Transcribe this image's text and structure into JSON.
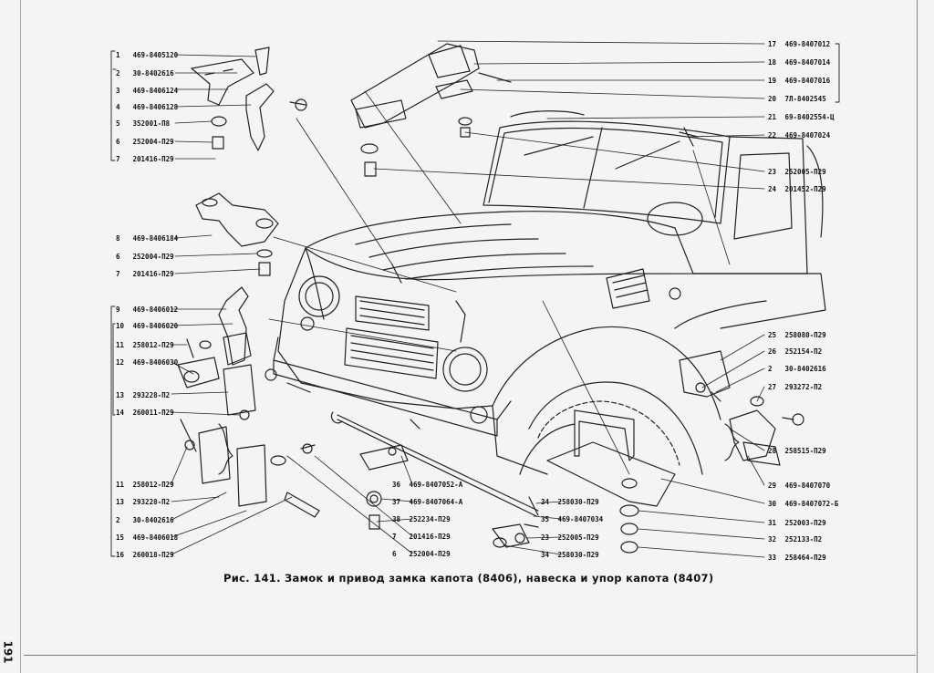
{
  "figure": {
    "caption": "Рис. 141. Замок и привод замка капота (8406), навеска и упор капота (8407)",
    "page_number": "191"
  },
  "callouts_left": [
    {
      "n": "1",
      "code": "469-8405120"
    },
    {
      "n": "2",
      "code": "30-8402616"
    },
    {
      "n": "3",
      "code": "469-8406124"
    },
    {
      "n": "4",
      "code": "469-8406128"
    },
    {
      "n": "5",
      "code": "352001-П8"
    },
    {
      "n": "6",
      "code": "252004-П29"
    },
    {
      "n": "7",
      "code": "201416-П29"
    },
    {
      "n": "8",
      "code": "469-8406184"
    },
    {
      "n": "6",
      "code": "252004-П29"
    },
    {
      "n": "7",
      "code": "201416-П29"
    },
    {
      "n": "9",
      "code": "469-8406012"
    },
    {
      "n": "10",
      "code": "469-8406020"
    },
    {
      "n": "11",
      "code": "258012-П29"
    },
    {
      "n": "12",
      "code": "469-8406030"
    },
    {
      "n": "13",
      "code": "293228-П2"
    },
    {
      "n": "14",
      "code": "260011-П29"
    },
    {
      "n": "11",
      "code": "258012-П29"
    },
    {
      "n": "13",
      "code": "293228-П2"
    },
    {
      "n": "2",
      "code": "30-8402616"
    },
    {
      "n": "15",
      "code": "469-8406018"
    },
    {
      "n": "16",
      "code": "260018-П29"
    }
  ],
  "callouts_right": [
    {
      "n": "17",
      "code": "469-8407012"
    },
    {
      "n": "18",
      "code": "469-8407014"
    },
    {
      "n": "19",
      "code": "469-8407016"
    },
    {
      "n": "20",
      "code": "7Л-8402545"
    },
    {
      "n": "21",
      "code": "69-8402554-Ц"
    },
    {
      "n": "22",
      "code": "469-8407024"
    },
    {
      "n": "23",
      "code": "252005-П29"
    },
    {
      "n": "24",
      "code": "201452-П29"
    },
    {
      "n": "25",
      "code": "258080-П29"
    },
    {
      "n": "26",
      "code": "252154-П2"
    },
    {
      "n": "2",
      "code": "30-8402616"
    },
    {
      "n": "27",
      "code": "293272-П2"
    },
    {
      "n": "28",
      "code": "258515-П29"
    },
    {
      "n": "29",
      "code": "469-8407070"
    },
    {
      "n": "30",
      "code": "469-8407072-Б"
    },
    {
      "n": "31",
      "code": "252003-П29"
    },
    {
      "n": "32",
      "code": "252133-П2"
    },
    {
      "n": "33",
      "code": "258464-П29"
    }
  ],
  "callouts_bottom": [
    {
      "n": "36",
      "code": "469-8407052-А"
    },
    {
      "n": "37",
      "code": "469-8407064-А"
    },
    {
      "n": "38",
      "code": "252234-П29"
    },
    {
      "n": "7",
      "code": "201416-П29"
    },
    {
      "n": "6",
      "code": "252004-П29"
    },
    {
      "n": "34",
      "code": "258030-П29"
    },
    {
      "n": "35",
      "code": "469-8407034"
    },
    {
      "n": "23",
      "code": "252005-П29"
    },
    {
      "n": "34",
      "code": "258030-П29"
    }
  ]
}
